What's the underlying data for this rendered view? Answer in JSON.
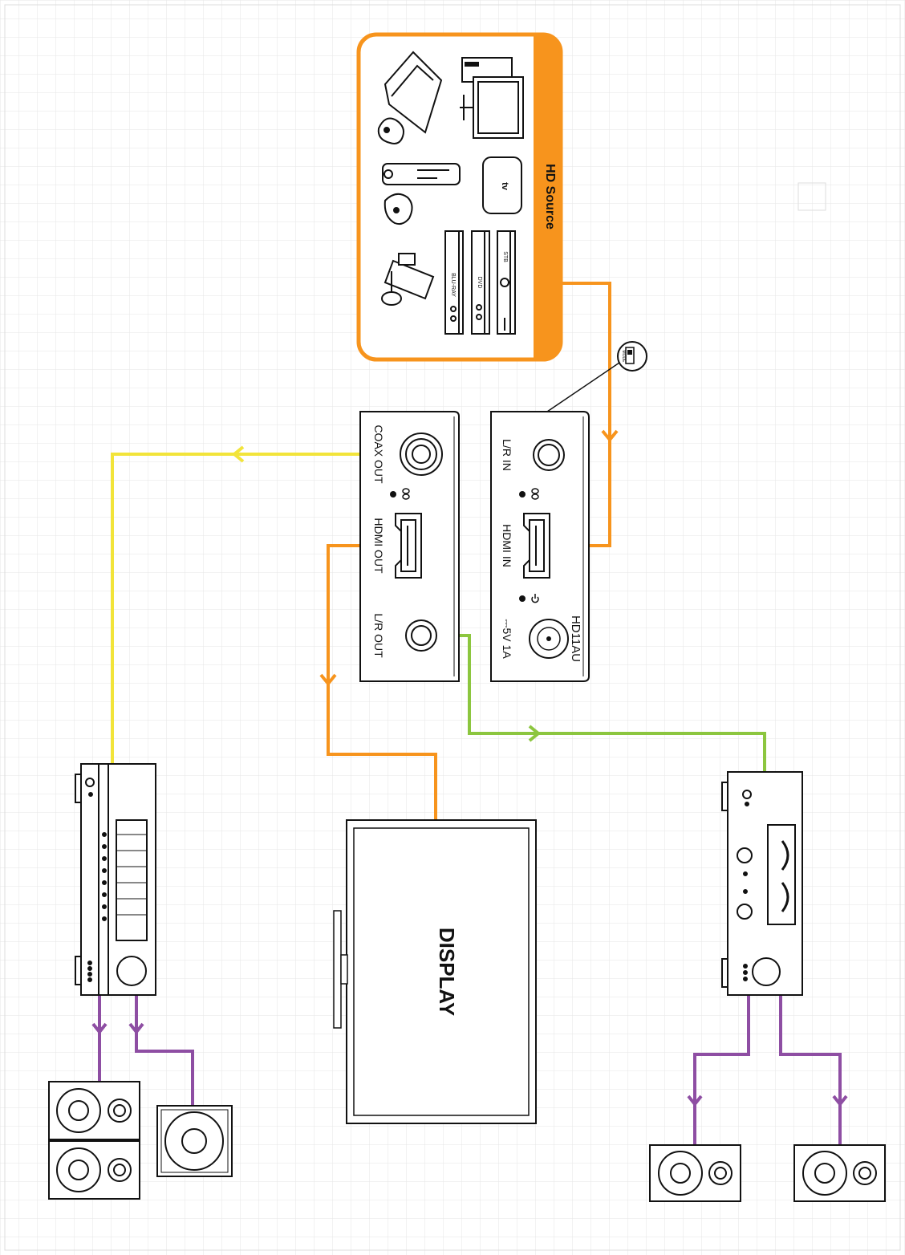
{
  "colors": {
    "source_border": "#f7941d",
    "hdmi_cable": "#f7941d",
    "coax_cable": "#f2e43a",
    "analog_cable": "#8cc63f",
    "speaker_cable": "#8e4ea3",
    "grid": "#e6e6e6"
  },
  "source": {
    "title": "HD Source",
    "devices": [
      "game-console-icon",
      "pc-monitor-icon",
      "game-console-2-icon",
      "streaming-box-icon",
      "camera-icon",
      "bluray-player-icon",
      "dvd-player-icon",
      "set-top-box-icon"
    ],
    "bluray_text": "BLU-RAY",
    "dvd_text": "DVD",
    "stb_text": "STB"
  },
  "input_unit": {
    "model": "HD11AU",
    "lr_in": "L/R IN",
    "hdmi_in": "HDMI IN",
    "power": "⎓5V 1A"
  },
  "output_unit": {
    "coax_out": "COAX OUT",
    "hdmi_out": "HDMI OUT",
    "lr_out": "L/R OUT"
  },
  "display": {
    "label": "DISPLAY"
  },
  "switch": {
    "label": "MODE"
  }
}
